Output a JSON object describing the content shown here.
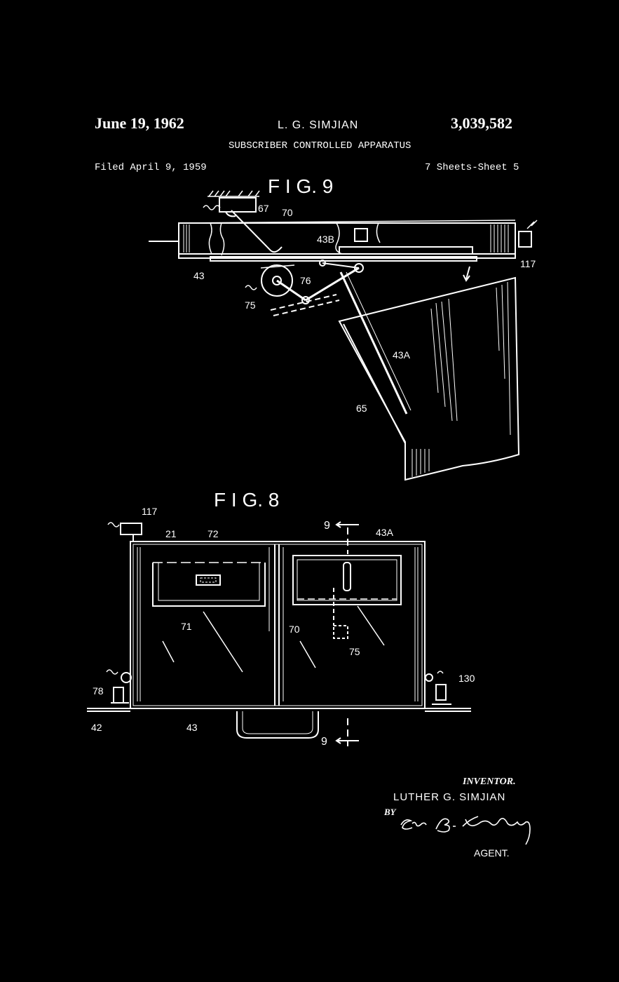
{
  "header": {
    "date": "June 19, 1962",
    "inventor": "L. G. SIMJIAN",
    "patent_number": "3,039,582",
    "title": "SUBSCRIBER CONTROLLED APPARATUS",
    "filed": "Filed April 9, 1959",
    "sheets": "7 Sheets-Sheet 5"
  },
  "figures": {
    "fig9": {
      "label": "F I G. 9",
      "refs": {
        "r67": "67",
        "r70": "70",
        "r43b": "43B",
        "r43": "43",
        "r117": "117",
        "r76": "76",
        "r75": "75",
        "r43a": "43A",
        "r65": "65"
      }
    },
    "fig8": {
      "label": "F I G. 8",
      "refs": {
        "r117": "117",
        "r21": "21",
        "r72": "72",
        "r9top": "9",
        "r43a": "43A",
        "r71": "71",
        "r70": "70",
        "r75": "75",
        "r78": "78",
        "r130": "130",
        "r42": "42",
        "r43": "43",
        "r9bottom": "9"
      }
    }
  },
  "signature_block": {
    "inventor_label": "INVENTOR.",
    "inventor_name": "LUTHER G. SIMJIAN",
    "by_label": "BY",
    "agent_label": "AGENT."
  }
}
